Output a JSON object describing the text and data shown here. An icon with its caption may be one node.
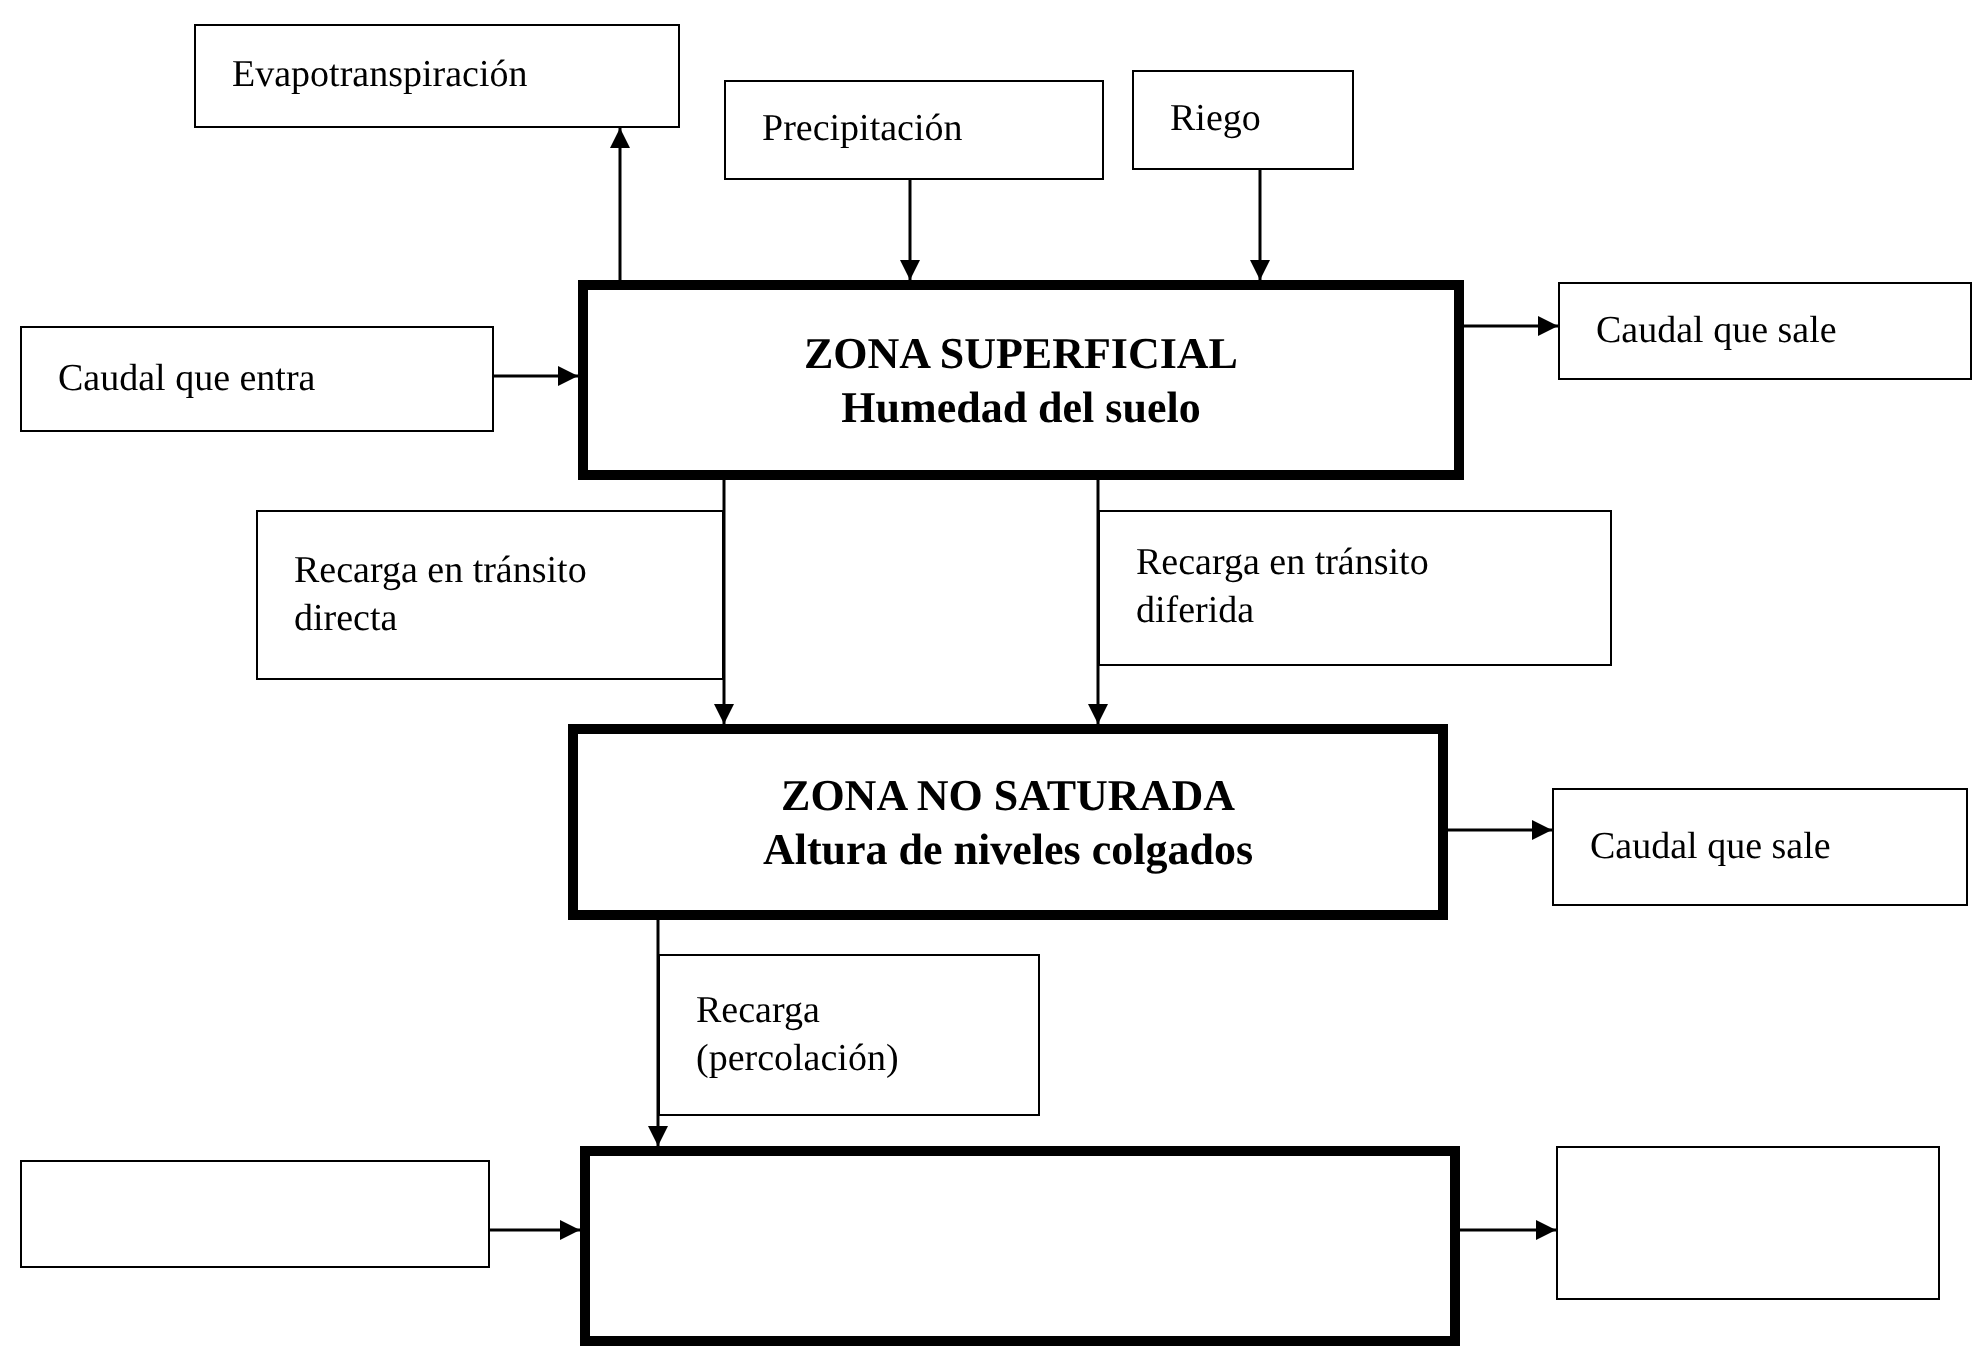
{
  "diagram": {
    "nodes": [
      {
        "text": [
          "Evapotranspiración"
        ]
      },
      {
        "text": [
          "Precipitación"
        ]
      },
      {
        "text": [
          "Riego"
        ]
      },
      {
        "text": [
          "Caudal que entra"
        ]
      },
      {
        "text": [
          "ZONA SUPERFICIAL",
          "Humedad del suelo"
        ]
      },
      {
        "text": [
          "Caudal que sale"
        ]
      },
      {
        "text": [
          "Recarga en tránsito directa"
        ]
      },
      {
        "text": [
          "Recarga en tránsito diferida"
        ]
      },
      {
        "text": [
          "ZONA NO SATURADA",
          "Altura de niveles colgados"
        ]
      },
      {
        "text": [
          "Caudal que sale"
        ]
      },
      {
        "text": [
          "Recarga (percolación)"
        ]
      },
      {
        "text": [],
        "shape": "box"
      },
      {
        "text": [],
        "shape": "box"
      },
      {
        "text": [],
        "shape": "box"
      }
    ],
    "edges": [
      {
        "from": 4,
        "to": 0,
        "arrow": "to"
      },
      {
        "from": 1,
        "to": 4,
        "arrow": "to"
      },
      {
        "from": 2,
        "to": 4,
        "arrow": "to"
      },
      {
        "from": 3,
        "to": 4,
        "arrow": "to"
      },
      {
        "from": 4,
        "to": 5,
        "arrow": "to"
      },
      {
        "from": 4,
        "to": 8,
        "arrow": "to"
      },
      {
        "from": 4,
        "to": 8,
        "arrow": "to"
      },
      {
        "from": 8,
        "to": 9,
        "arrow": "to"
      },
      {
        "from": 8,
        "to": 12,
        "arrow": "to"
      },
      {
        "from": 11,
        "to": 12,
        "arrow": "to"
      },
      {
        "from": 12,
        "to": 13,
        "arrow": "to"
      }
    ]
  }
}
